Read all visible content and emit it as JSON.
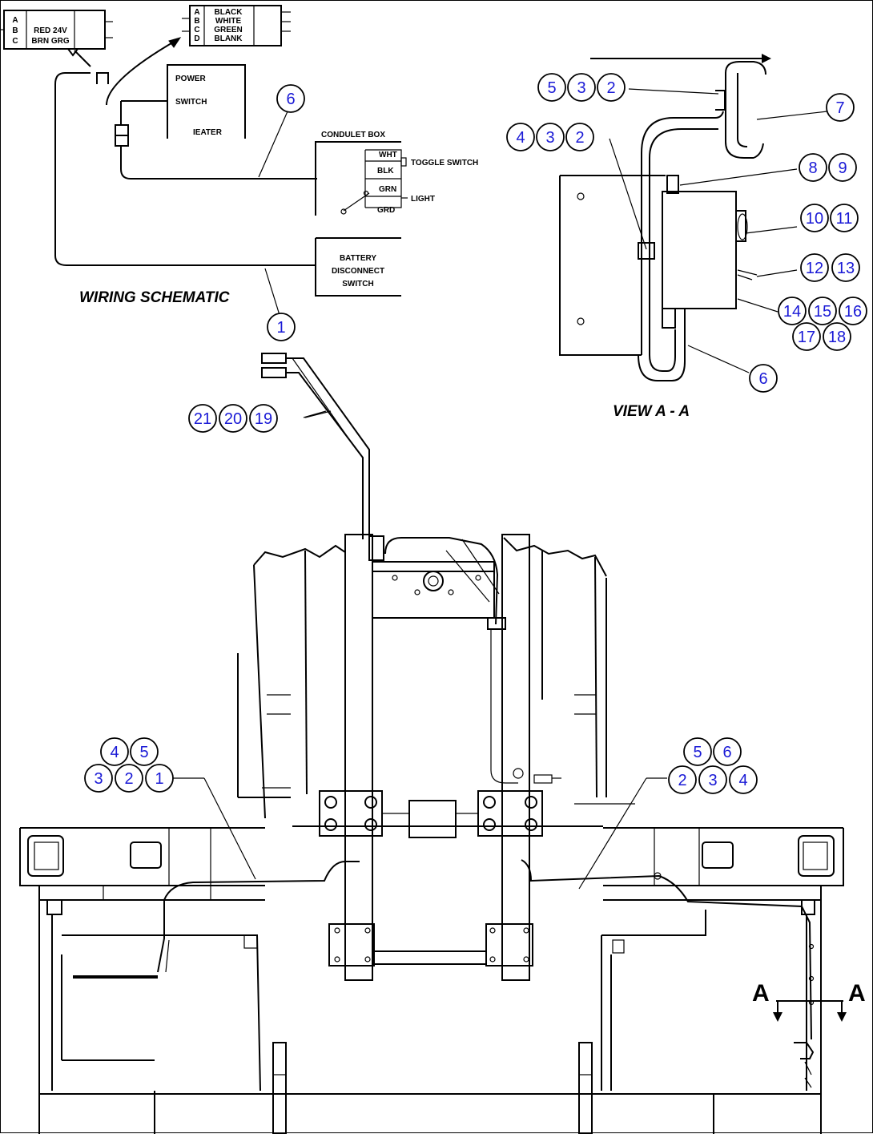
{
  "schematic": {
    "title": "WIRING SCHEMATIC",
    "connector_left": {
      "pins": [
        "A",
        "B",
        "C"
      ],
      "wires": [
        "",
        "RED 24V",
        "BRN GRG"
      ]
    },
    "connector_right": {
      "pins": [
        "A",
        "B",
        "C",
        "D"
      ],
      "wires": [
        "BLACK",
        "WHITE",
        "GREEN",
        "BLANK"
      ]
    },
    "heater_box": {
      "line1": "POWER",
      "line2": "SWITCH",
      "line3": "IEATER"
    },
    "conduit_box": {
      "title": "CONDULET BOX",
      "wht": "WHT",
      "blk": "BLK",
      "grn": "GRN",
      "grd": "GRD",
      "toggle": "TOGGLE SWITCH",
      "light": "LIGHT"
    },
    "battery_box": {
      "line1": "BATTERY",
      "line2": "DISCONNECT",
      "line3": "SWITCH"
    }
  },
  "view": {
    "title": "VIEW A - A",
    "section_letter_left": "A",
    "section_letter_right": "A"
  },
  "callouts": [
    "1",
    "2",
    "3",
    "4",
    "5",
    "6",
    "7",
    "8",
    "9",
    "10",
    "11",
    "12",
    "13",
    "14",
    "15",
    "16",
    "17",
    "18",
    "19",
    "20",
    "21"
  ],
  "colors": {
    "line": "#000000",
    "callout_text": "#1a1ad6",
    "background": "#ffffff"
  }
}
